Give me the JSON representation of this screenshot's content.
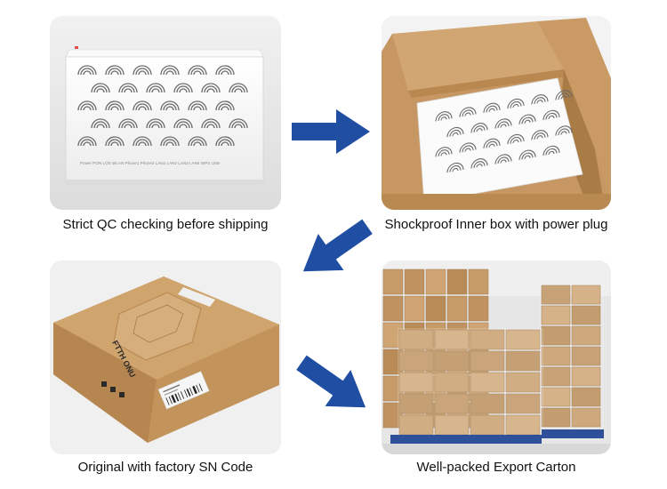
{
  "captions": {
    "router": "Strict QC checking before shipping",
    "inner_box": "Shockproof Inner box with power plug",
    "factory": "Original with factory SN Code",
    "export": "Well-packed Export Carton"
  },
  "router_ports_text": "Power  PON  LOS          WLAN  Phone1 Phone2  LAN1  LAN2  LAN3  LAN4  WPS  USB",
  "box_label": "FTTH ONU",
  "colors": {
    "arrow": "#1f4ea3",
    "cardboard": "#c89a62",
    "router_white": "#f7f7f7"
  }
}
